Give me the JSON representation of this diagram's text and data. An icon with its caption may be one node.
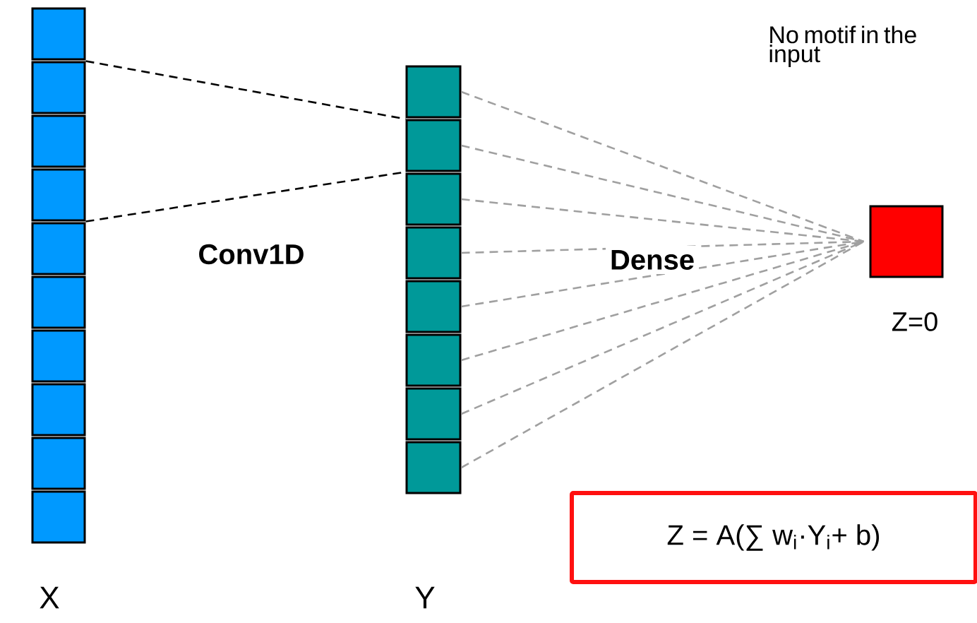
{
  "diagram": {
    "nodes": [
      {
        "text": [],
        "shape": "box"
      },
      {
        "text": [],
        "shape": "box"
      },
      {
        "text": [],
        "shape": "box"
      },
      {
        "text": [],
        "shape": "box"
      },
      {
        "text": [],
        "shape": "box"
      },
      {
        "text": [],
        "shape": "box"
      },
      {
        "text": [],
        "shape": "box"
      },
      {
        "text": [],
        "shape": "box"
      },
      {
        "text": [],
        "shape": "box"
      },
      {
        "text": [],
        "shape": "box"
      },
      {
        "text": [],
        "shape": "box"
      },
      {
        "text": [],
        "shape": "box"
      },
      {
        "text": [],
        "shape": "box"
      },
      {
        "text": [],
        "shape": "box"
      },
      {
        "text": [],
        "shape": "box"
      },
      {
        "text": [],
        "shape": "box"
      },
      {
        "text": [],
        "shape": "box"
      },
      {
        "text": [],
        "shape": "box"
      },
      {
        "text": [],
        "shape": "box",
        "beside": [
          "Z=0"
        ]
      },
      {
        "text": [
          "Z = A(∑ w$_{i}$·Y$_{i}$+ b)"
        ]
      }
    ],
    "edges": [
      {
        "from": 1,
        "to": 11,
        "arrow": "none",
        "style": "dashed",
        "color": "#000000"
      },
      {
        "from": 3,
        "to": 11,
        "arrow": "none",
        "style": "dashed",
        "color": "#000000"
      },
      {
        "from": 10,
        "to": 18,
        "arrow": "none",
        "style": "dashed"
      },
      {
        "from": 11,
        "to": 18,
        "arrow": "none",
        "style": "dashed"
      },
      {
        "from": 12,
        "to": 18,
        "arrow": "none",
        "style": "dashed"
      },
      {
        "from": 13,
        "to": 18,
        "arrow": "none",
        "style": "dashed"
      },
      {
        "from": 14,
        "to": 18,
        "arrow": "none",
        "style": "dashed"
      },
      {
        "from": 15,
        "to": 18,
        "arrow": "none",
        "style": "dashed"
      },
      {
        "from": 16,
        "to": 18,
        "arrow": "none",
        "style": "dashed"
      },
      {
        "from": 17,
        "to": 18,
        "arrow": "none",
        "style": "dashed"
      }
    ],
    "labels": [
      "No motif in the input",
      "Conv1D",
      "Dense",
      "X",
      "Y"
    ]
  }
}
